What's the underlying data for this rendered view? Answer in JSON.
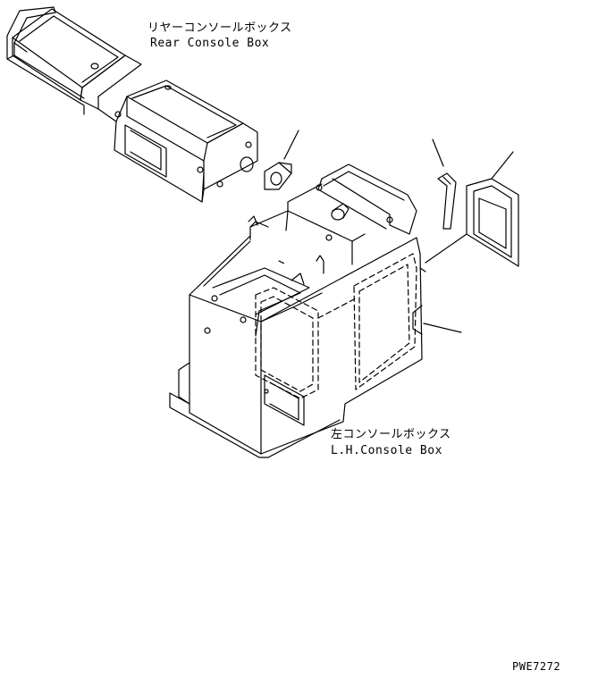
{
  "labels": {
    "rear_console_jp": "リヤーコンソールボックス",
    "rear_console_en": "Rear Console Box",
    "lh_console_jp": "左コンソールボックス",
    "lh_console_en": "L.H.Console Box",
    "drawing_code": "PWE7272"
  }
}
